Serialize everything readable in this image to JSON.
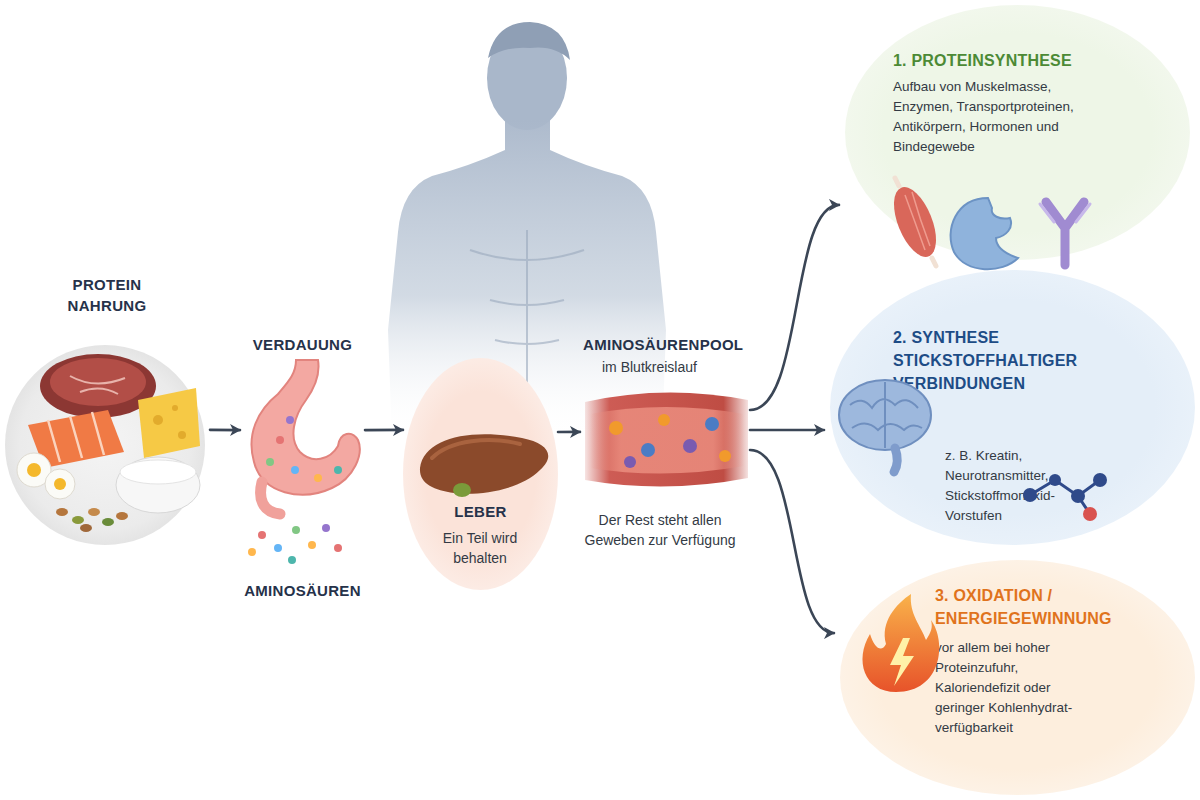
{
  "diagram": {
    "nodes": [
      {
        "text": [
          "PROTEIN NAHRUNG"
        ]
      },
      {
        "text": [
          "VERDAUUNG",
          "AMINOSÄUREN"
        ]
      },
      {
        "text": [
          "LEBER",
          "Ein Teil wird behalten"
        ]
      },
      {
        "text": [
          "AMINOSÄURENPOOL",
          "im Blutkreislauf",
          "Der Rest steht allen Geweben zur Verfügung"
        ]
      },
      {
        "text": [
          "1. PROTEINSYNTHESE",
          "Aufbau von Muskelmasse, Enzymen, Transportproteinen, Antikörpern, Hormonen und Bindegewebe"
        ]
      },
      {
        "text": [
          "2. SYNTHESE STICKSTOFFHALTIGER VERBINDUNGEN",
          "z. B. Kreatin, Neurotransmitter, Stickstoffmonoxid- Vorstufen"
        ]
      },
      {
        "text": [
          "3. OXIDATION / ENERGIEGEWINNUNG",
          "vor allem bei hoher Proteinzufuhr, Kaloriendefizit oder geringer Kohlenhydrat- verfügbarkeit"
        ]
      }
    ],
    "edges": [
      {
        "from": 0,
        "to": 1,
        "arrow": "to"
      },
      {
        "from": 1,
        "to": 2,
        "arrow": "to"
      },
      {
        "from": 2,
        "to": 3,
        "arrow": "to"
      },
      {
        "from": 3,
        "to": 4,
        "arrow": "to"
      },
      {
        "from": 3,
        "to": 5,
        "arrow": "to"
      },
      {
        "from": 3,
        "to": 6,
        "arrow": "to"
      }
    ]
  }
}
